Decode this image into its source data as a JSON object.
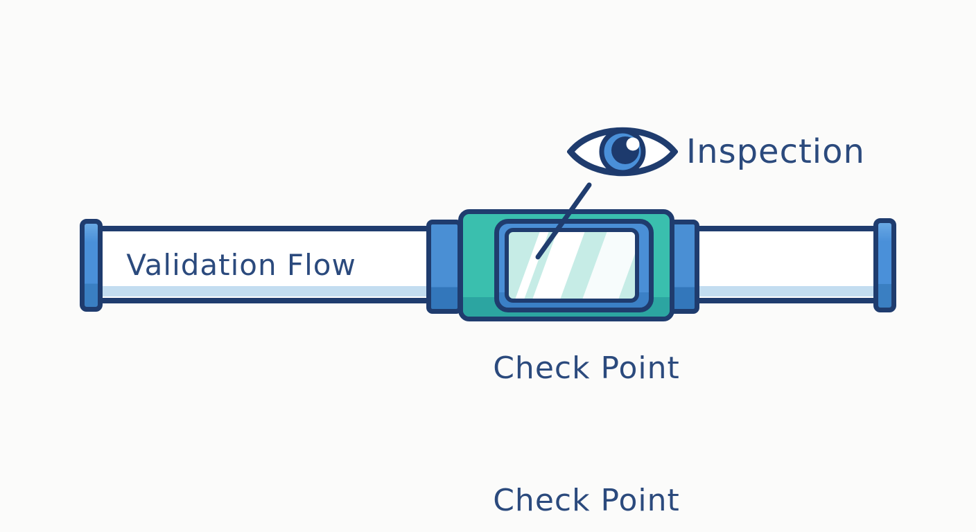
{
  "diagram": {
    "pipe_label": "Validation Flow",
    "inspection_label": "Inspection",
    "checkpoint_label": "Check Point",
    "bottom_caption": "Check Point"
  },
  "icons": {
    "eye": "eye-icon",
    "pointer": "pointer-line"
  },
  "colors": {
    "background": "#fbfbfa",
    "outline_navy": "#1f3c6e",
    "text_navy": "#2b4a7d",
    "pipe_fill": "#ffffff",
    "pipe_liquid": "#c3ddf0",
    "cap_blue": "#4a90d9",
    "cap_blue_light": "#6aa9e4",
    "cap_blue_dark": "#3a7fc2",
    "flange_blue": "#4a8fd4",
    "flange_blue_dark": "#3377bb",
    "housing_teal": "#3abfae",
    "housing_teal_dark": "#2ca5a1",
    "frame_blue": "#4a8fd6",
    "frame_blue_dark": "#3b80c6",
    "glass_mint": "#c6ece6",
    "glass_streak": "#ffffff",
    "iris_blue": "#4a90d9",
    "pupil_navy": "#1d3a6d"
  }
}
